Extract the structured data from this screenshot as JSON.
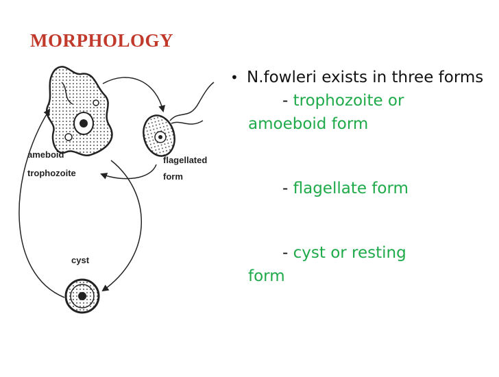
{
  "slide": {
    "title": "MORPHOLOGY",
    "bullet": "N.fowleri exists in three forms",
    "forms": [
      {
        "dash": "- ",
        "line1": "trophozoite or",
        "line2": "amoeboid form"
      },
      {
        "dash": "- ",
        "line1": "flagellate form",
        "line2": ""
      },
      {
        "dash": "- ",
        "line1": "cyst or resting",
        "line2": "form"
      }
    ],
    "colors": {
      "title": "#c0392b",
      "form": "#1faa4a",
      "text": "#111111"
    }
  },
  "figure": {
    "labels": {
      "ameboid_1": "ameboid",
      "ameboid_2": "trophozoite",
      "flagellated_1": "flagellated",
      "flagellated_2": "form",
      "cyst": "cyst"
    }
  }
}
